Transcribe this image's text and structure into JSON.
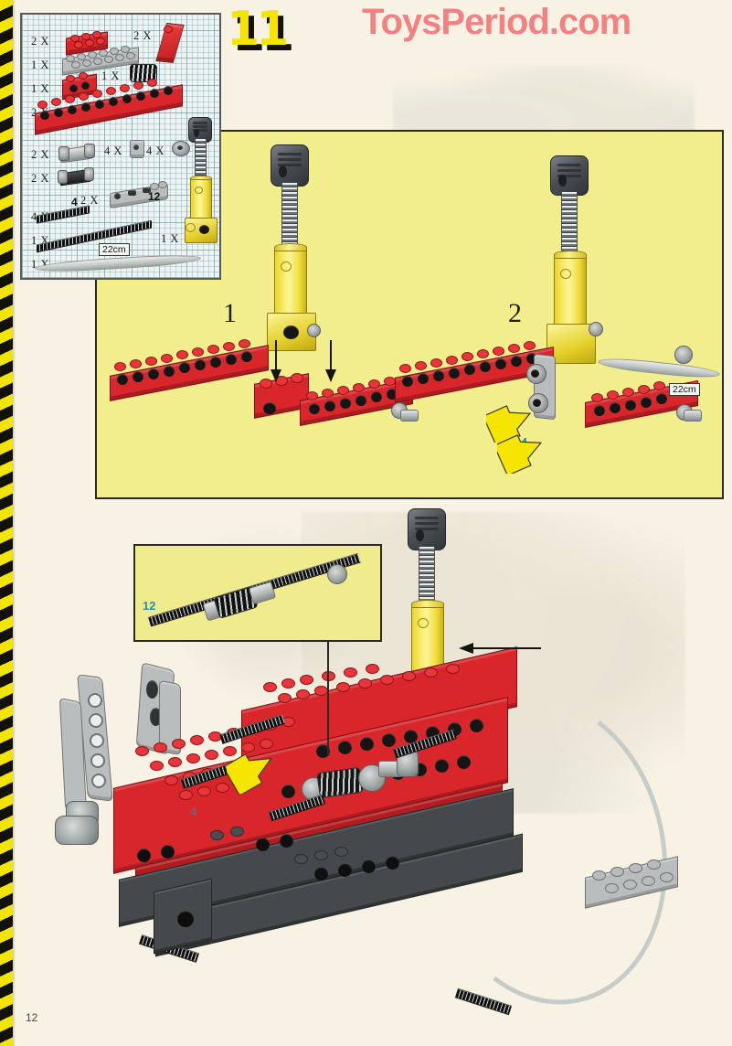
{
  "page": {
    "number": "12",
    "watermark": "ToysPeriod.com",
    "step_badge": "11",
    "background_color": "#F7F2E4",
    "panel_color": "#F2EE8E",
    "accent_blue": "#2390B5",
    "accent_yellow": "#F4E400",
    "brick_red": "#D8262B"
  },
  "parts_list": {
    "title": "parts-inventory",
    "items": [
      {
        "qty": "2 X",
        "part": "red-plate-2x3",
        "color": "#D8262B"
      },
      {
        "qty": "1 X",
        "part": "grey-plate-2x6",
        "color": "#B9BDBD"
      },
      {
        "qty": "1 X",
        "part": "black-pneumatic-spring-coil",
        "color": "#2A2A2A"
      },
      {
        "qty": "1 X",
        "part": "red-technic-brick-1x2",
        "color": "#D8262B"
      },
      {
        "qty": "2 X",
        "part": "red-technic-beam-1x16",
        "color": "#D8262B"
      },
      {
        "qty": "2 X",
        "part": "grey-pneumatic-connector",
        "color": "#B9BDBD"
      },
      {
        "qty": "4 X",
        "part": "grey-axle-joiner-perpendicular",
        "color": "#B9BDBD"
      },
      {
        "qty": "4 X",
        "part": "grey-bush-half",
        "color": "#B9BDBD"
      },
      {
        "qty": "2 X",
        "part": "black-axle-extension",
        "color": "#2A2A2A"
      },
      {
        "qty": "2 X",
        "part": "grey-technic-liftarm-1x6",
        "color": "#B9BDBD"
      },
      {
        "qty": "4 X",
        "part": "black-axle-4",
        "length_label": "4",
        "color": "#111111"
      },
      {
        "qty": "1 X",
        "part": "black-axle-12",
        "length_label": "12",
        "color": "#111111"
      },
      {
        "qty": "1 X",
        "part": "grey-pneumatic-hose-22cm",
        "length_label": "22cm",
        "color": "#C9CFCB"
      },
      {
        "qty": "1 X",
        "part": "yellow-pneumatic-cylinder",
        "color": "#F2E24A"
      }
    ],
    "length_labels": {
      "axle4": "4",
      "axle12": "12",
      "hose": "22cm"
    }
  },
  "steps": [
    {
      "number": "1",
      "callouts": [],
      "arrows": [
        "black-down-arrow",
        "black-down-arrow"
      ],
      "description": "attach-yellow-pneumatic-cylinder-to-red-beams"
    },
    {
      "number": "2",
      "callouts": [
        "4",
        "4"
      ],
      "length_label": "22cm",
      "arrows": [
        "yellow-arrow",
        "yellow-arrow"
      ],
      "description": "attach-liftarm-and-axles-plus-hose"
    }
  ],
  "detail_inset": {
    "label": "12",
    "description": "axle-12-with-spring-and-bushes-subassembly"
  },
  "main_model": {
    "callout": "4",
    "arrow": "yellow-arrow",
    "pointer_arrow": "black-left-arrow",
    "description": "red-and-grey-technic-chassis-with-pneumatic-cylinder-and-hose"
  }
}
